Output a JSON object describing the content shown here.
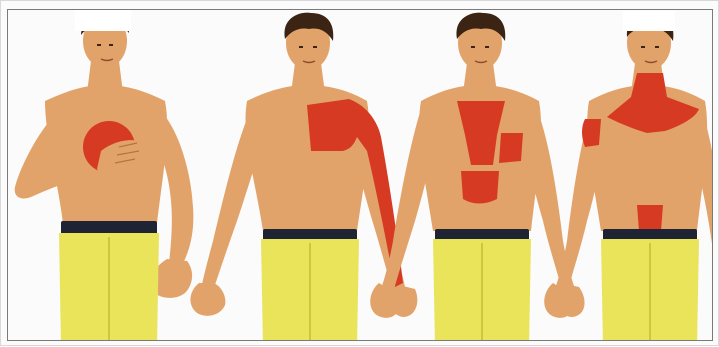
{
  "colors": {
    "skin": "#E2A36A",
    "skin_shadow": "#C8834A",
    "skin_light": "#EDB985",
    "hair": "#3B2414",
    "pants": "#EAE45A",
    "pants_shadow": "#CFC63F",
    "belt": "#1E2433",
    "pain": "#D63A22",
    "pain_dark": "#B52A16",
    "frame": "#7A7A7A",
    "background": "#FBFBFB"
  },
  "figures": [
    {
      "id": "figure-1",
      "pain_regions": [
        "center-chest-disc"
      ],
      "pose": "hand-on-chest"
    },
    {
      "id": "figure-2",
      "pain_regions": [
        "left-shoulder",
        "left-arm-inner"
      ]
    },
    {
      "id": "figure-3",
      "pain_regions": [
        "neck-to-sternum",
        "left-pectoral-patch",
        "upper-abdomen"
      ]
    },
    {
      "id": "figure-4",
      "pain_regions": [
        "jaw-neck-upper-chest",
        "right-shoulder-patch",
        "epigastric"
      ]
    }
  ]
}
